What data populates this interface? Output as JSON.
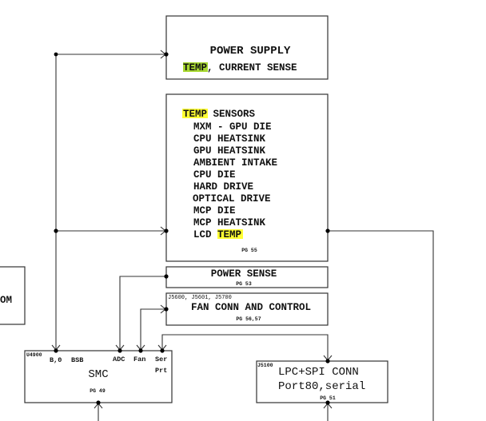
{
  "colors": {
    "highlight_green": "#a8d832",
    "highlight_yellow": "#ffff33",
    "line": "#333333"
  },
  "power_supply": {
    "title": "POWER SUPPLY",
    "highlight": "TEMP",
    "rest": ", CURRENT SENSE"
  },
  "temp_sensors": {
    "title_highlight": "TEMP",
    "title_rest": " SENSORS",
    "items": [
      "MXM - GPU DIE",
      "CPU HEATSINK",
      "GPU HEATSINK",
      "AMBIENT INTAKE",
      "CPU DIE",
      "HARD DRIVE",
      "OPTICAL DRIVE",
      "MCP DIE",
      "MCP HEATSINK"
    ],
    "last_prefix": "LCD ",
    "last_highlight": "TEMP",
    "page": "PG 55"
  },
  "power_sense": {
    "title": "POWER SENSE",
    "page": "PG 53"
  },
  "fan": {
    "refdes": "J5600, J5601, J5700",
    "title": "FAN CONN AND CONTROL",
    "page": "PG 56,57"
  },
  "smc": {
    "refdes": "U4900",
    "title": "SMC",
    "page": "PG 49",
    "pins": {
      "b0": "B,0",
      "bsb": "BSB",
      "adc": "ADC",
      "fan": "Fan",
      "ser": "Ser",
      "prt": "Prt"
    }
  },
  "lpc": {
    "refdes": "J5100",
    "title": "LPC+SPI CONN",
    "subtitle": "Port80,serial",
    "page": "PG 51"
  },
  "left_block": {
    "partial_text": "OM"
  }
}
